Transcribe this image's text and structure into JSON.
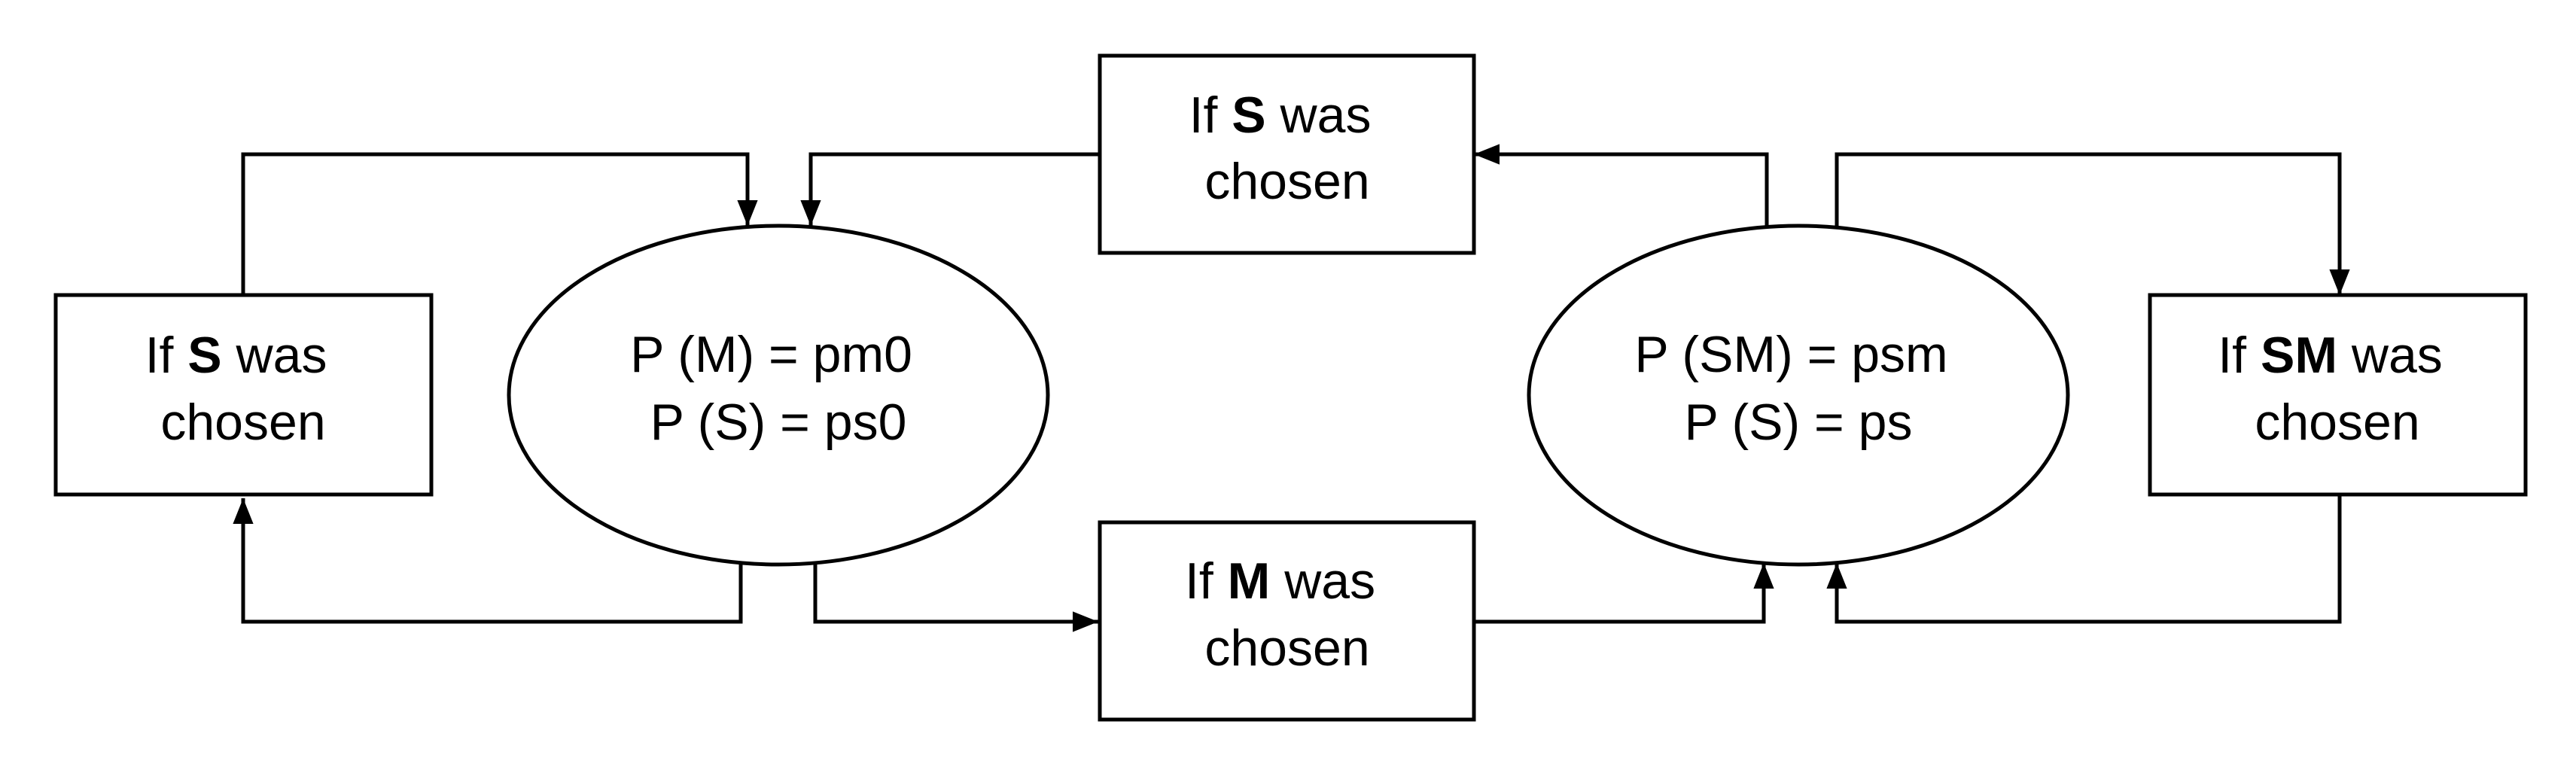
{
  "colors": {
    "stroke": "#000000",
    "background": "#ffffff"
  },
  "states": [
    {
      "id": "state-initial",
      "lines": [
        "P (M) = pm0",
        "P (S) = ps0"
      ]
    },
    {
      "id": "state-sm",
      "lines": [
        "P (SM) = psm",
        "P (S) = ps"
      ]
    }
  ],
  "conditions": [
    {
      "id": "cond-s-top",
      "prefix": "If ",
      "bold": "S",
      "suffix": " was",
      "line2": "chosen"
    },
    {
      "id": "cond-s-left",
      "prefix": "If ",
      "bold": "S",
      "suffix": " was",
      "line2": "chosen"
    },
    {
      "id": "cond-m-bottom",
      "prefix": "If ",
      "bold": "M",
      "suffix": " was",
      "line2": "chosen"
    },
    {
      "id": "cond-sm-right",
      "prefix": "If ",
      "bold": "SM",
      "suffix": " was",
      "line2": "chosen"
    }
  ]
}
